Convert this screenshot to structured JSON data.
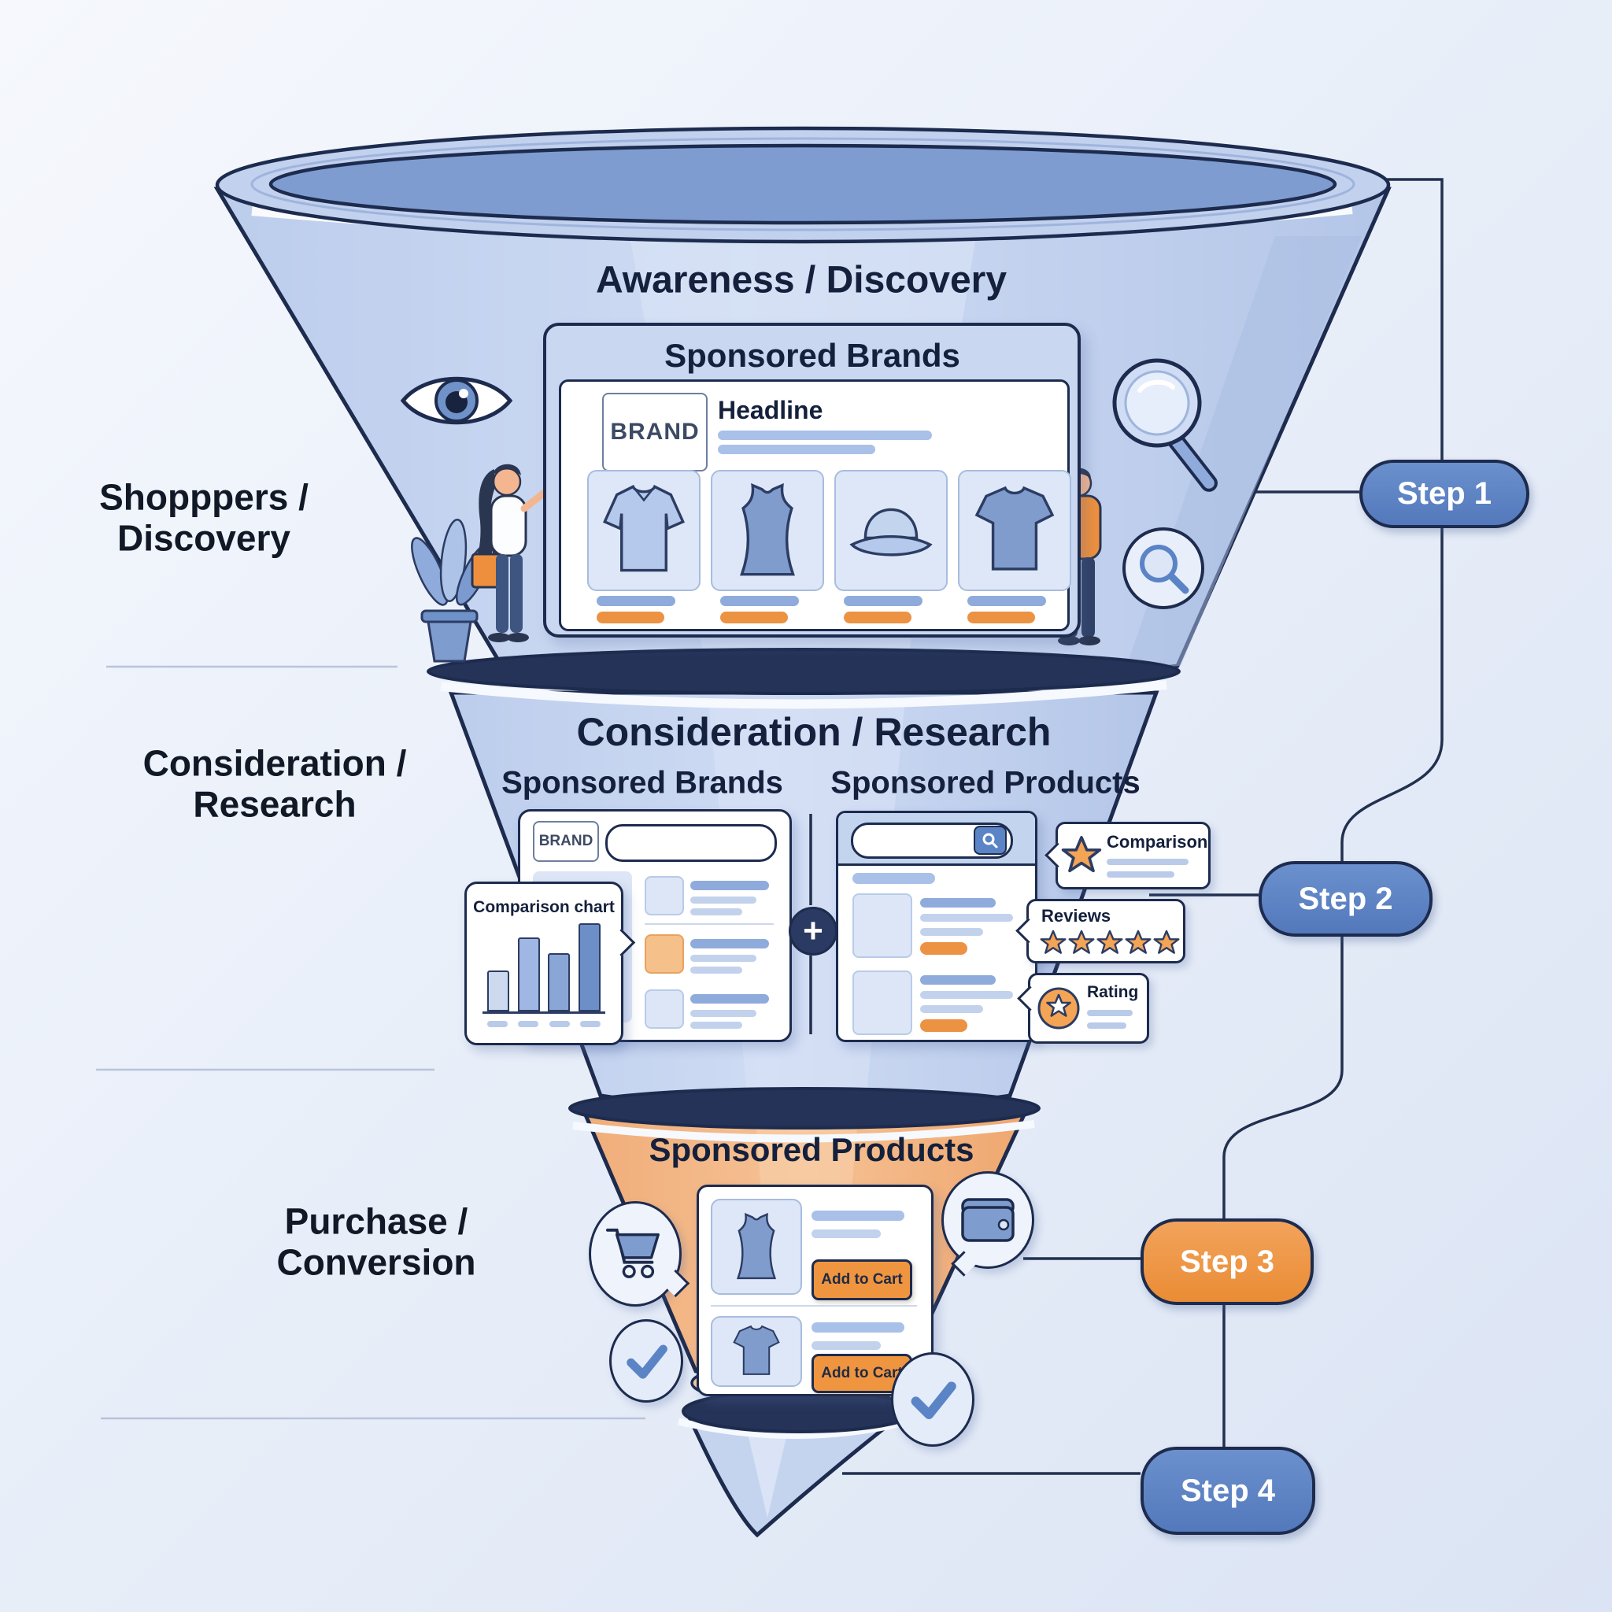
{
  "left_labels": [
    {
      "line1": "Shopppers /",
      "line2": "Discovery"
    },
    {
      "line1": "Consideration /",
      "line2": "Research"
    },
    {
      "line1": "Purchase /",
      "line2": "Conversion"
    }
  ],
  "awareness": {
    "title": "Awareness / Discovery",
    "card": {
      "title": "Sponsored Brands",
      "brand": "BRAND",
      "headline": "Headline"
    }
  },
  "consideration": {
    "title": "Consideration / Research",
    "left_card": {
      "title": "Sponsored Brands",
      "brand": "BRAND"
    },
    "right_card": {
      "title": "Sponsored Products"
    },
    "bubble": {
      "title": "Comparison chart",
      "bars": [
        48,
        90,
        70,
        108
      ]
    },
    "badges": {
      "comparison": "Comparison",
      "reviews": "Reviews",
      "rating": "Rating"
    },
    "plus_symbol": "+"
  },
  "purchase": {
    "title": "Sponsored Products",
    "add_to_cart": "Add to Cart"
  },
  "steps": [
    {
      "label": "Step 1",
      "color": "#5b84c6"
    },
    {
      "label": "Step 2",
      "color": "#5b84c6"
    },
    {
      "label": "Step 3",
      "color": "#ef9440"
    },
    {
      "label": "Step 4",
      "color": "#5b84c6"
    }
  ],
  "colors": {
    "navy_outline": "#1d2b4e",
    "funnel_blue": "#c9d7f1",
    "funnel_top_opening": "#7e9cd0",
    "rim_dark": "#253358",
    "funnel_orange": "#f4b98d",
    "accent_orange": "#ec9243",
    "bar_blue": "#8fabdc",
    "step_blue": "#5b84c6"
  }
}
